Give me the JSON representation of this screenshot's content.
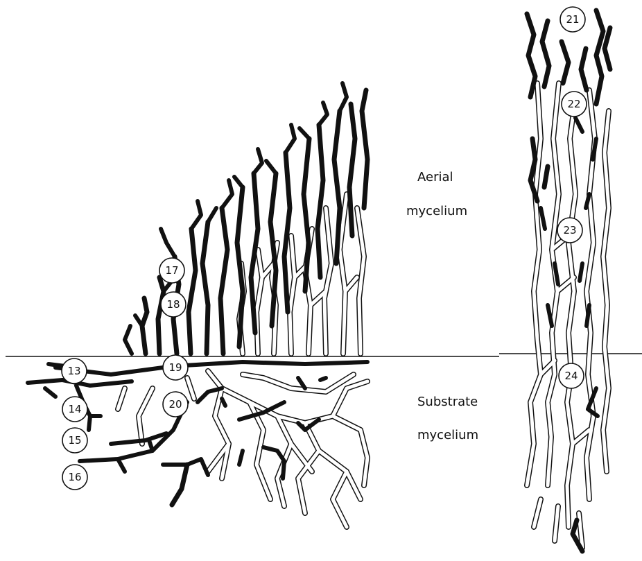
{
  "labels": {
    "aerial_line1": "Aerial",
    "aerial_line2": "mycelium",
    "substrate_line1": "Substrate",
    "substrate_line2": "mycelium"
  },
  "markers": [
    "13",
    "14",
    "15",
    "16",
    "17",
    "18",
    "19",
    "20",
    "21",
    "22",
    "23",
    "24"
  ],
  "colors": {
    "ink": "#111111",
    "paper": "#ffffff"
  }
}
